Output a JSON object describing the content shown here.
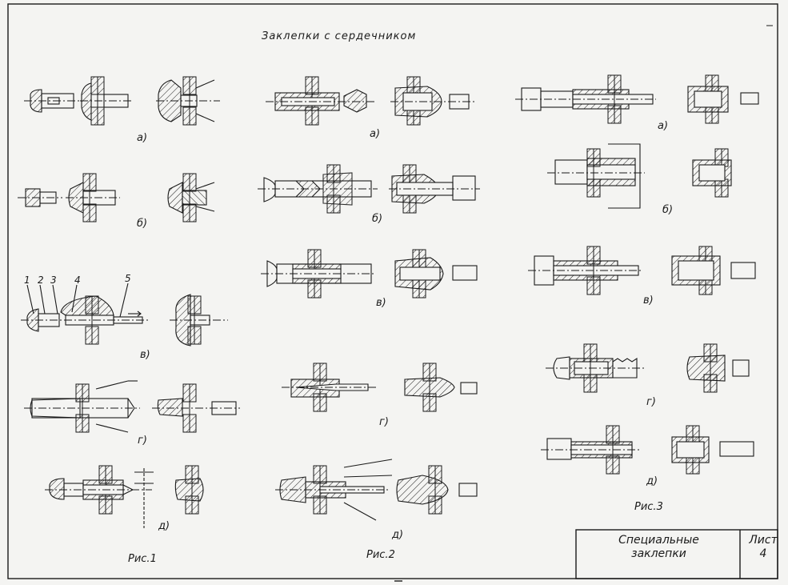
{
  "title": "Заклепки с сердечником",
  "figures": {
    "fig1": "Рис.1",
    "fig2": "Рис.2",
    "fig3": "Рис.3"
  },
  "fig1_sub": [
    "а)",
    "б)",
    "в)",
    "г)",
    "д)"
  ],
  "fig2_sub": [
    "а)",
    "б)",
    "в)",
    "г)",
    "д)"
  ],
  "fig3_sub": [
    "а)",
    "б)",
    "в)",
    "г)",
    "д)"
  ],
  "part_numbers": [
    "1",
    "2",
    "3",
    "4",
    "5"
  ],
  "stamp": {
    "title_line1": "Специальные",
    "title_line2": "заклепки",
    "sheet_label": "Лист",
    "sheet_number": "4"
  },
  "colors": {
    "ink": "#1a1a1a",
    "paper": "#f4f4f2"
  }
}
